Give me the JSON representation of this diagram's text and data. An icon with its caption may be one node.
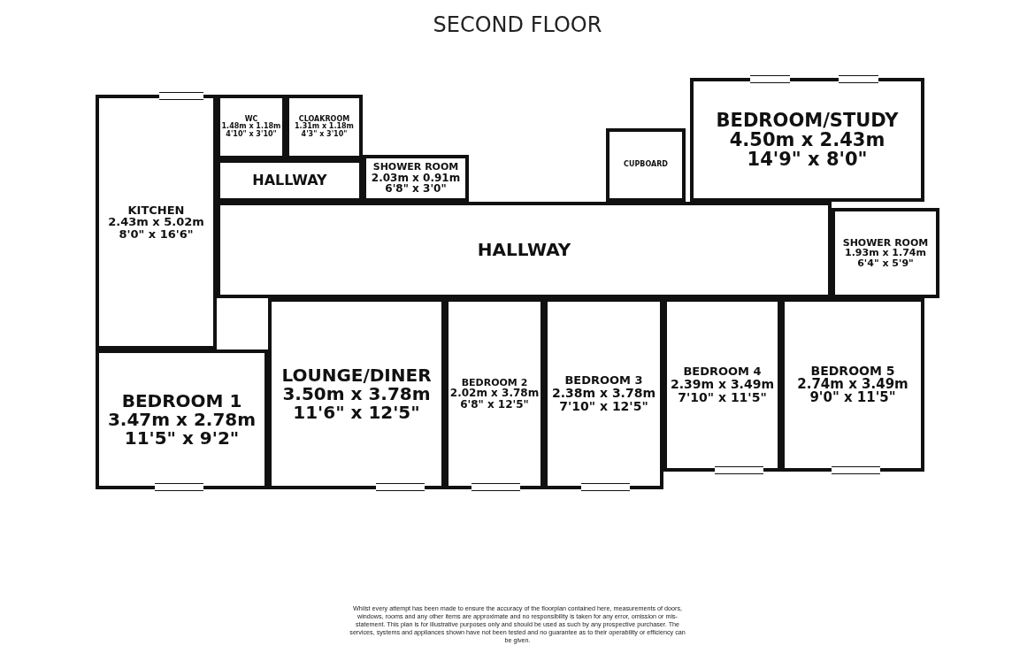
{
  "diagram": {
    "title": "SECOND FLOOR",
    "nodes": [
      {
        "text": [
          "WC",
          "1.48m x 1.18m",
          "4'10\" x 3'10\""
        ]
      },
      {
        "text": [
          "CLOAKROOM",
          "1.31m x 1.18m",
          "4'3\" x 3'10\""
        ]
      },
      {
        "text": [
          "BEDROOM/STUDY",
          "4.50m x 2.43m",
          "14'9\" x 8'0\""
        ]
      },
      {
        "text": [
          "CUPBOARD"
        ]
      },
      {
        "text": [
          "KITCHEN",
          "2.43m x 5.02m",
          "8'0\" x 16'6\""
        ]
      },
      {
        "text": [
          "HALLWAY"
        ]
      },
      {
        "text": [
          "SHOWER ROOM",
          "2.03m x 0.91m",
          "6'8\" x 3'0\""
        ]
      },
      {
        "text": [
          "HALLWAY"
        ]
      },
      {
        "text": [
          "SHOWER ROOM",
          "1.93m x 1.74m",
          "6'4\" x 5'9\""
        ]
      },
      {
        "text": [
          "BEDROOM 1",
          "3.47m x 2.78m",
          "11'5\" x 9'2\""
        ]
      },
      {
        "text": [
          "LOUNGE/DINER",
          "3.50m x 3.78m",
          "11'6\" x 12'5\""
        ]
      },
      {
        "text": [
          "BEDROOM 2",
          "2.02m x 3.78m",
          "6'8\" x 12'5\""
        ]
      },
      {
        "text": [
          "BEDROOM 3",
          "2.38m x 3.78m",
          "7'10\" x 12'5\""
        ]
      },
      {
        "text": [
          "BEDROOM 4",
          "2.39m x 3.49m",
          "7'10\" x 11'5\""
        ]
      },
      {
        "text": [
          "BEDROOM 5",
          "2.74m x 3.49m",
          "9'0\" x 11'5\""
        ]
      }
    ],
    "edges": [],
    "labels": [
      "Whilst every attempt has been made to ensure the accuracy of the floorplan contained here, measurements of doors, windows, rooms and any other items are approximate and no responsibility is taken for any error, omission or mis-statement. This plan is for illustrative purposes only and should be used as such by any prospective purchaser. The services, systems and appliances shown have not been tested and no guarantee as to their operability or efficiency can be given."
    ]
  }
}
